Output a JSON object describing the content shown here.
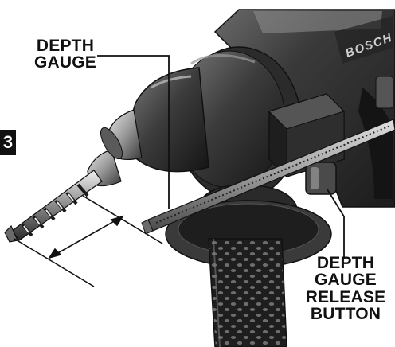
{
  "figure": {
    "number": "3"
  },
  "labels": {
    "depth_gauge": [
      "DEPTH",
      "GAUGE"
    ],
    "depth_gauge_release_button": [
      "DEPTH",
      "GAUGE",
      "RELEASE",
      "BUTTON"
    ]
  },
  "tool": {
    "brand": "BOSCH"
  },
  "colors": {
    "ink": "#111111",
    "body_dark": "#2a2a2a",
    "body_mid": "#4a4a4a",
    "highlight": "#bdbdbd",
    "paper": "#ffffff"
  }
}
